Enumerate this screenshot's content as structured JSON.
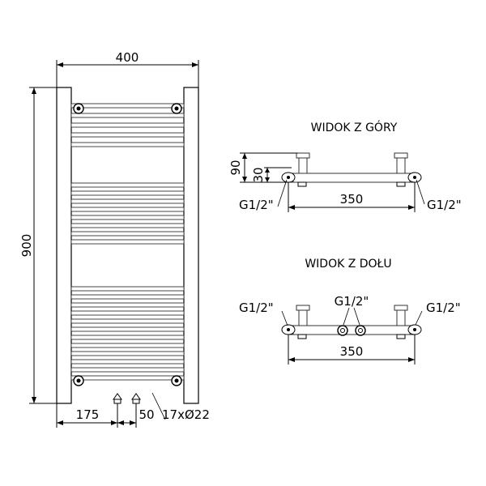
{
  "front": {
    "width_label": "400",
    "height_label": "900",
    "left_offset_label": "175",
    "spacing_label": "50",
    "tube_label": "17xØ22"
  },
  "top_view": {
    "title": "WIDOK Z GÓRY",
    "depth_label": "90",
    "offset_label": "30",
    "span_label": "350",
    "left_conn_label": "G1/2\"",
    "right_conn_label": "G1/2\""
  },
  "bottom_view": {
    "title": "WIDOK Z DOŁU",
    "span_label": "350",
    "left_conn_label": "G1/2\"",
    "center_conn_label": "G1/2\"",
    "right_conn_label": "G1/2\""
  }
}
